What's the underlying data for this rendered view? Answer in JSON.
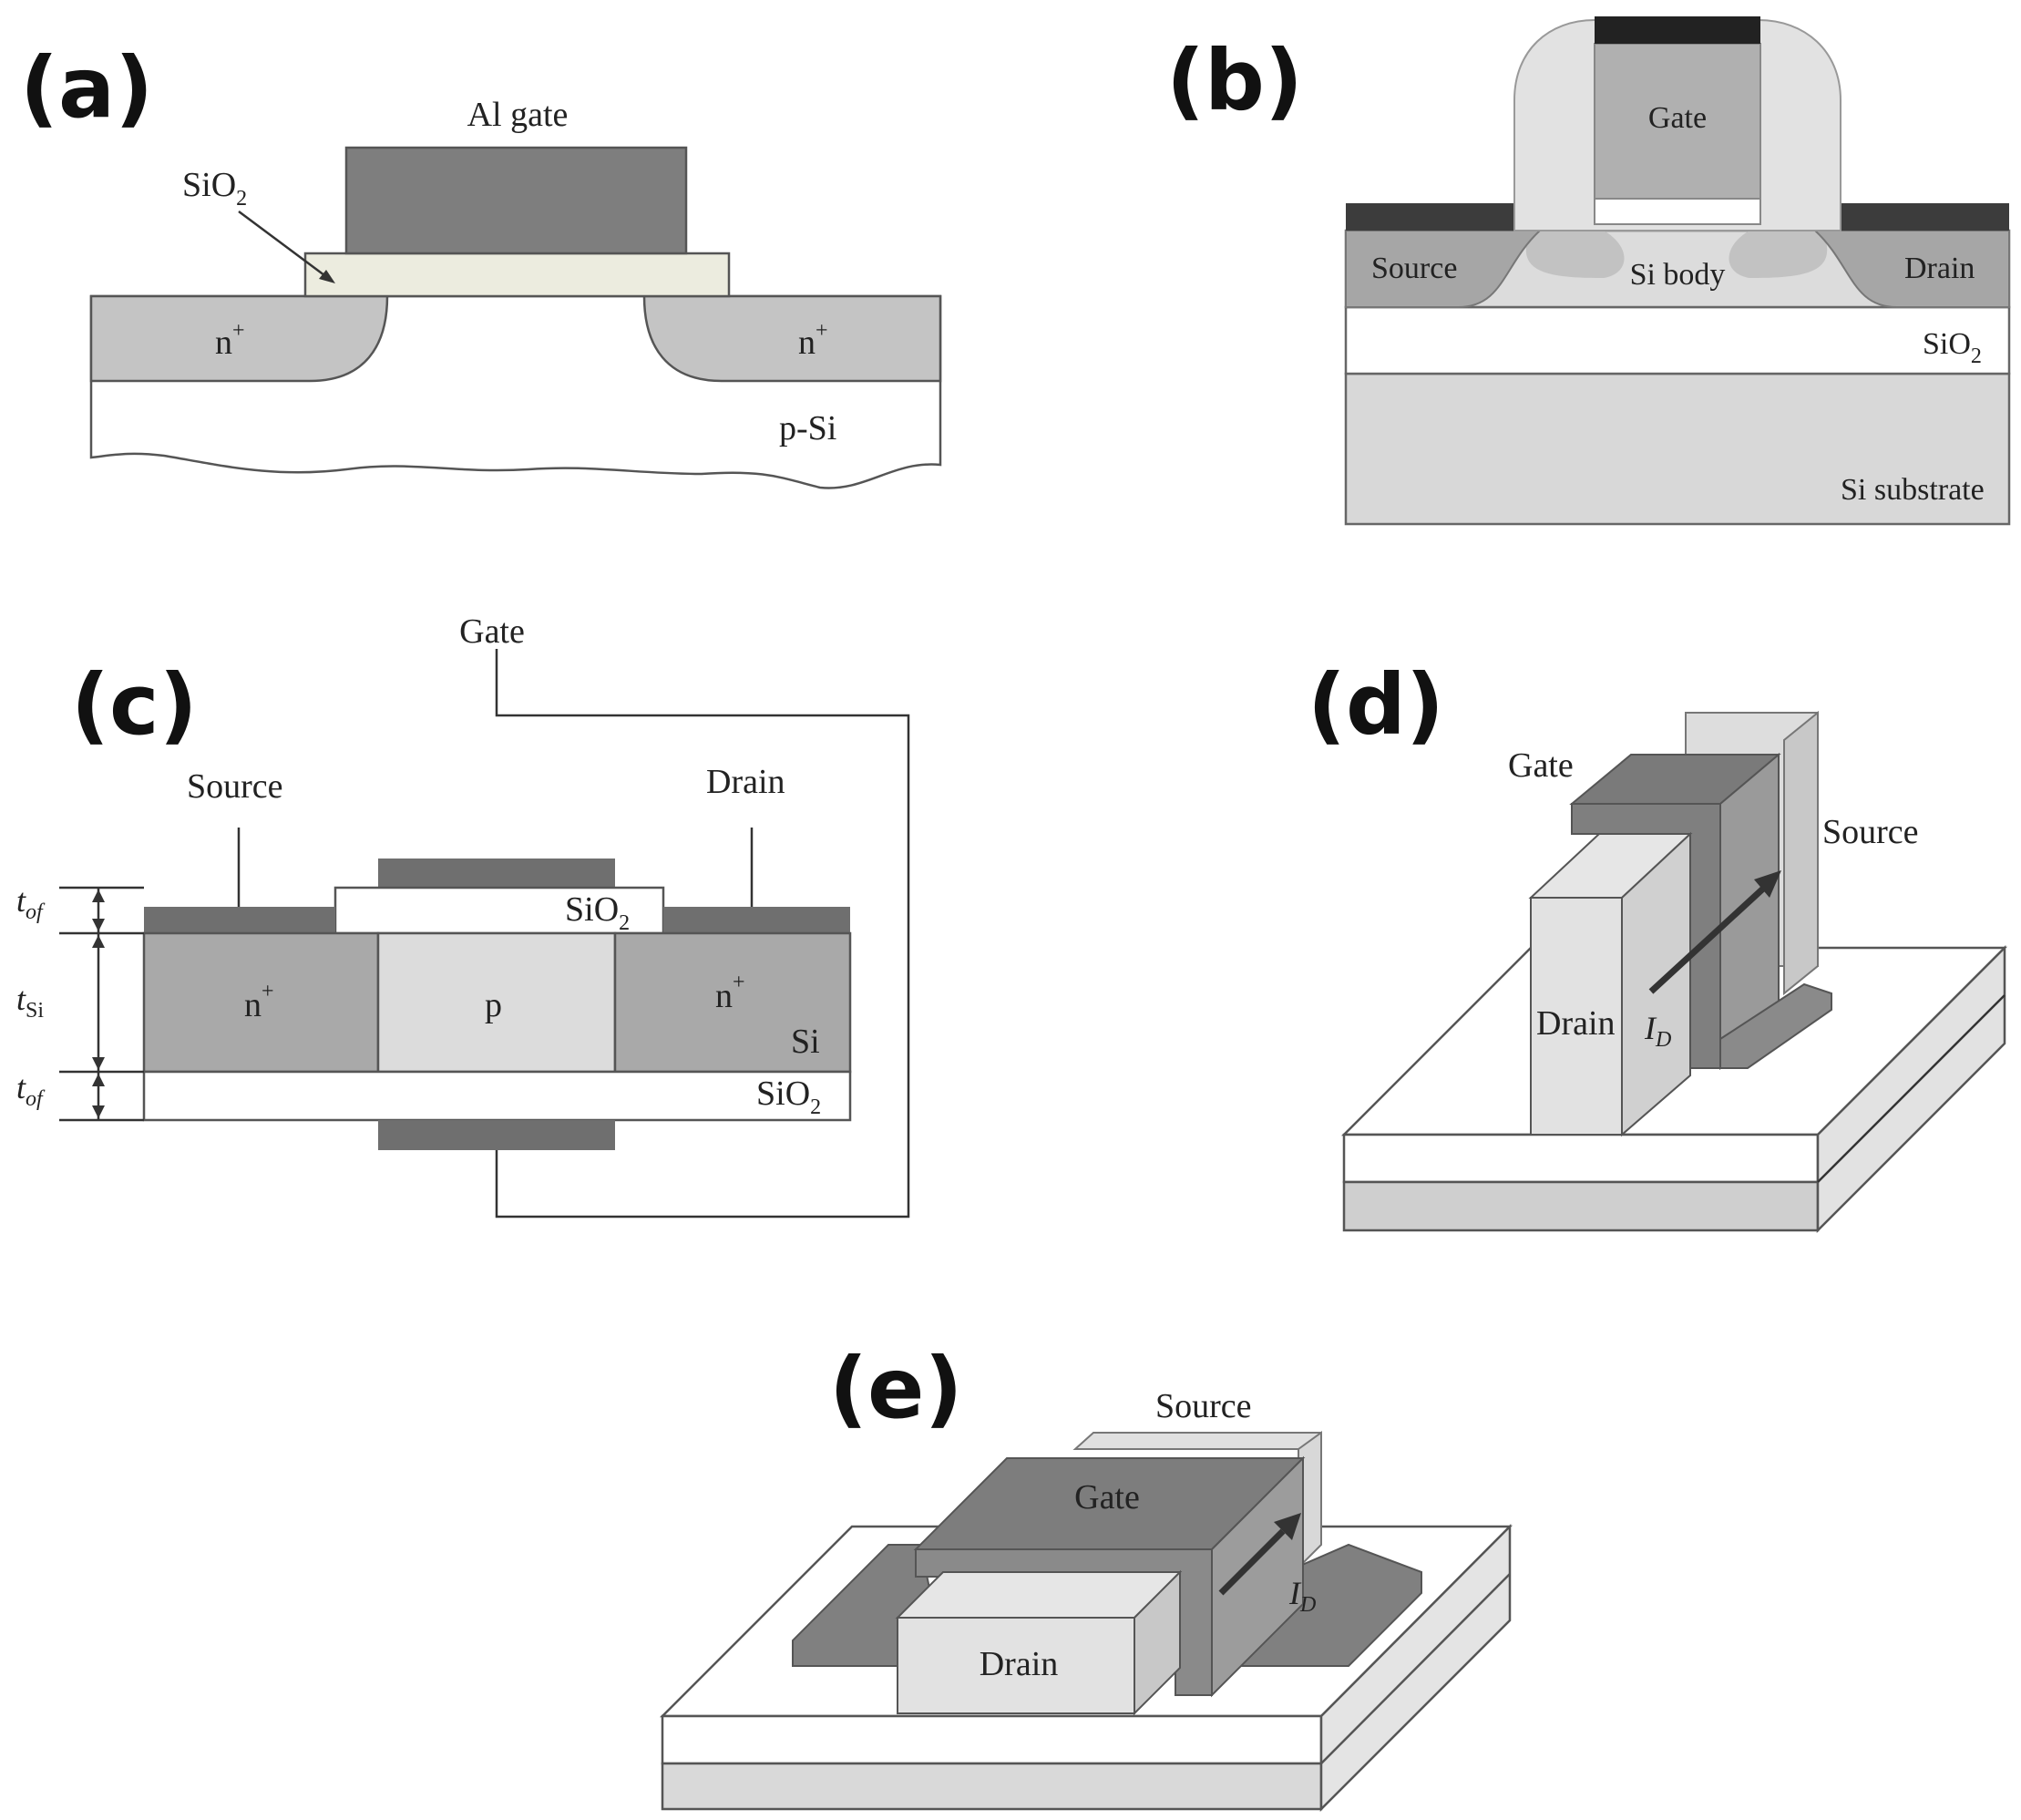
{
  "panels": {
    "a": {
      "label": "(a)",
      "gate": "Al gate",
      "oxide": "SiO",
      "oxide_sub": "2",
      "n_left": "n",
      "n_right": "n",
      "plus": "+",
      "substrate": "p-Si"
    },
    "b": {
      "label": "(b)",
      "gate": "Gate",
      "source": "Source",
      "body": "Si body",
      "drain": "Drain",
      "oxide": "SiO",
      "oxide_sub": "2",
      "substrate": "Si substrate"
    },
    "c": {
      "label": "(c)",
      "gate": "Gate",
      "source": "Source",
      "drain": "Drain",
      "top_oxide": "SiO",
      "bottom_oxide": "SiO",
      "oxide_sub": "2",
      "n_left": "n",
      "n_right": "n",
      "plus": "+",
      "p_region": "p",
      "si": "Si",
      "t_of": "t",
      "t_of_sub": "of",
      "t_si": "t",
      "t_si_sub": "Si"
    },
    "d": {
      "label": "(d)",
      "gate": "Gate",
      "source": "Source",
      "drain": "Drain",
      "current": "I",
      "current_sub": "D"
    },
    "e": {
      "label": "(e)",
      "source": "Source",
      "gate": "Gate",
      "drain": "Drain",
      "current": "I",
      "current_sub": "D"
    }
  },
  "colors": {
    "dark_gray": "#7c7c7c",
    "mid_gray": "#b8b8b8",
    "light_gray": "#d9d9d9",
    "pale_gray": "#e8e8e8",
    "contact": "#3c3c3c",
    "white": "#ffffff"
  }
}
